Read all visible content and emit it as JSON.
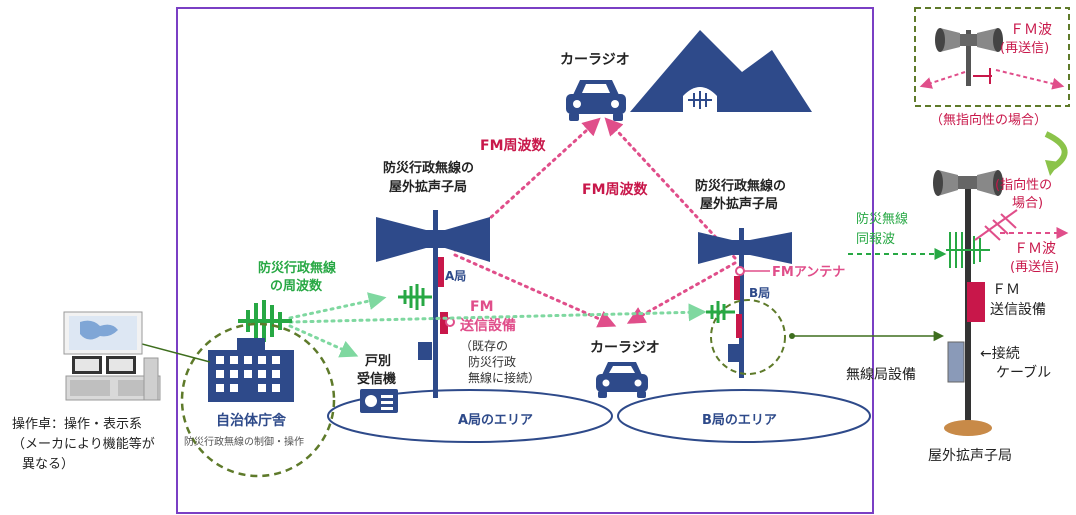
{
  "colors": {
    "navy": "#2E4A8A",
    "pink": "#E04E8A",
    "crimson": "#C8174A",
    "green": "#27A844",
    "light_green": "#7FD8A0",
    "olive": "#5E7A2A",
    "dark_green": "#3E6E1E",
    "frame": "#7A3FC4"
  },
  "labels": {
    "car_radio_top": "カーラジオ",
    "fm_freq_left": "FM周波数",
    "fm_freq_right": "FM周波数",
    "station_a_title_1": "防災行政無線の",
    "station_a_title_2": "屋外拡声子局",
    "station_b_title_1": "防災行政無線の",
    "station_b_title_2": "屋外拡声子局",
    "bousai_freq_1": "防災行政無線",
    "bousai_freq_2": "の周波数",
    "a_kyoku": "A局",
    "b_kyoku": "B局",
    "fm_antenna": "FMアンテナ",
    "fm": "FM",
    "soushin_setsubi": "送信設備",
    "kizon_1": "（既存の",
    "kizon_2": "防災行政",
    "kizon_3": "無線に接続）",
    "kobetsu_1": "戸別",
    "kobetsu_2": "受信機",
    "car_radio_mid": "カーラジオ",
    "area_a": "A局のエリア",
    "area_b": "B局のエリア",
    "city_hall": "自治体庁舎",
    "city_hall_sub": "防災行政無線の制御・操作",
    "console_1": "操作卓：操作・表示系",
    "console_2": "（メーカにより機能等が",
    "console_3": "異なる）",
    "omni_fm_1": "ＦＭ波",
    "omni_fm_2": "(再送信)",
    "omni_case": "（無指向性の場合）",
    "direc_1": "(指向性の",
    "direc_2": "場合)",
    "bousai_douhou_1": "防災無線",
    "bousai_douhou_2": "同報波",
    "right_fm_1": "ＦＭ波",
    "right_fm_2": "(再送信)",
    "right_fm_soushin_1": "ＦＭ",
    "right_fm_soushin_2": "送信設備",
    "setsuzoku_1": "←接続",
    "setsuzoku_2": "ケーブル",
    "musenkyoku": "無線局設備",
    "okugai": "屋外拡声子局"
  }
}
